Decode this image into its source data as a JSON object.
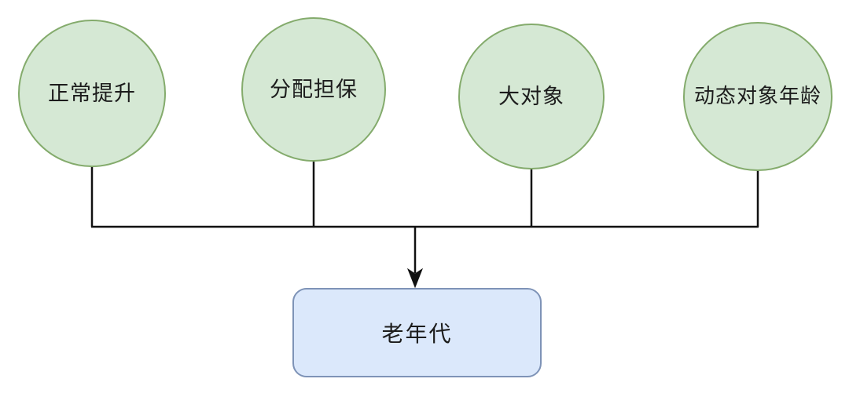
{
  "diagram": {
    "type": "flow-merge",
    "description_semantics": "four source nodes merge into one target node",
    "nodes": [
      {
        "id": "normal-promotion",
        "label": "正常提升",
        "shape": "circle"
      },
      {
        "id": "allocation-guarantee",
        "label": "分配担保",
        "shape": "circle"
      },
      {
        "id": "large-object",
        "label": "大对象",
        "shape": "circle"
      },
      {
        "id": "dynamic-object-age",
        "label": "动态对象年龄",
        "shape": "circle"
      }
    ],
    "target": {
      "id": "old-generation",
      "label": "老年代",
      "shape": "rounded-rectangle"
    },
    "edges": [
      {
        "from": "normal-promotion",
        "to": "old-generation"
      },
      {
        "from": "allocation-guarantee",
        "to": "old-generation"
      },
      {
        "from": "large-object",
        "to": "old-generation"
      },
      {
        "from": "dynamic-object-age",
        "to": "old-generation"
      }
    ],
    "colors": {
      "background": "#ffffff",
      "circle_fill": "#d5e8d4",
      "circle_stroke": "#84ab6c",
      "rect_fill": "#dbe8fb",
      "rect_stroke": "#7e93b7",
      "connector": "#111111",
      "text": "#1c1c1c"
    }
  }
}
